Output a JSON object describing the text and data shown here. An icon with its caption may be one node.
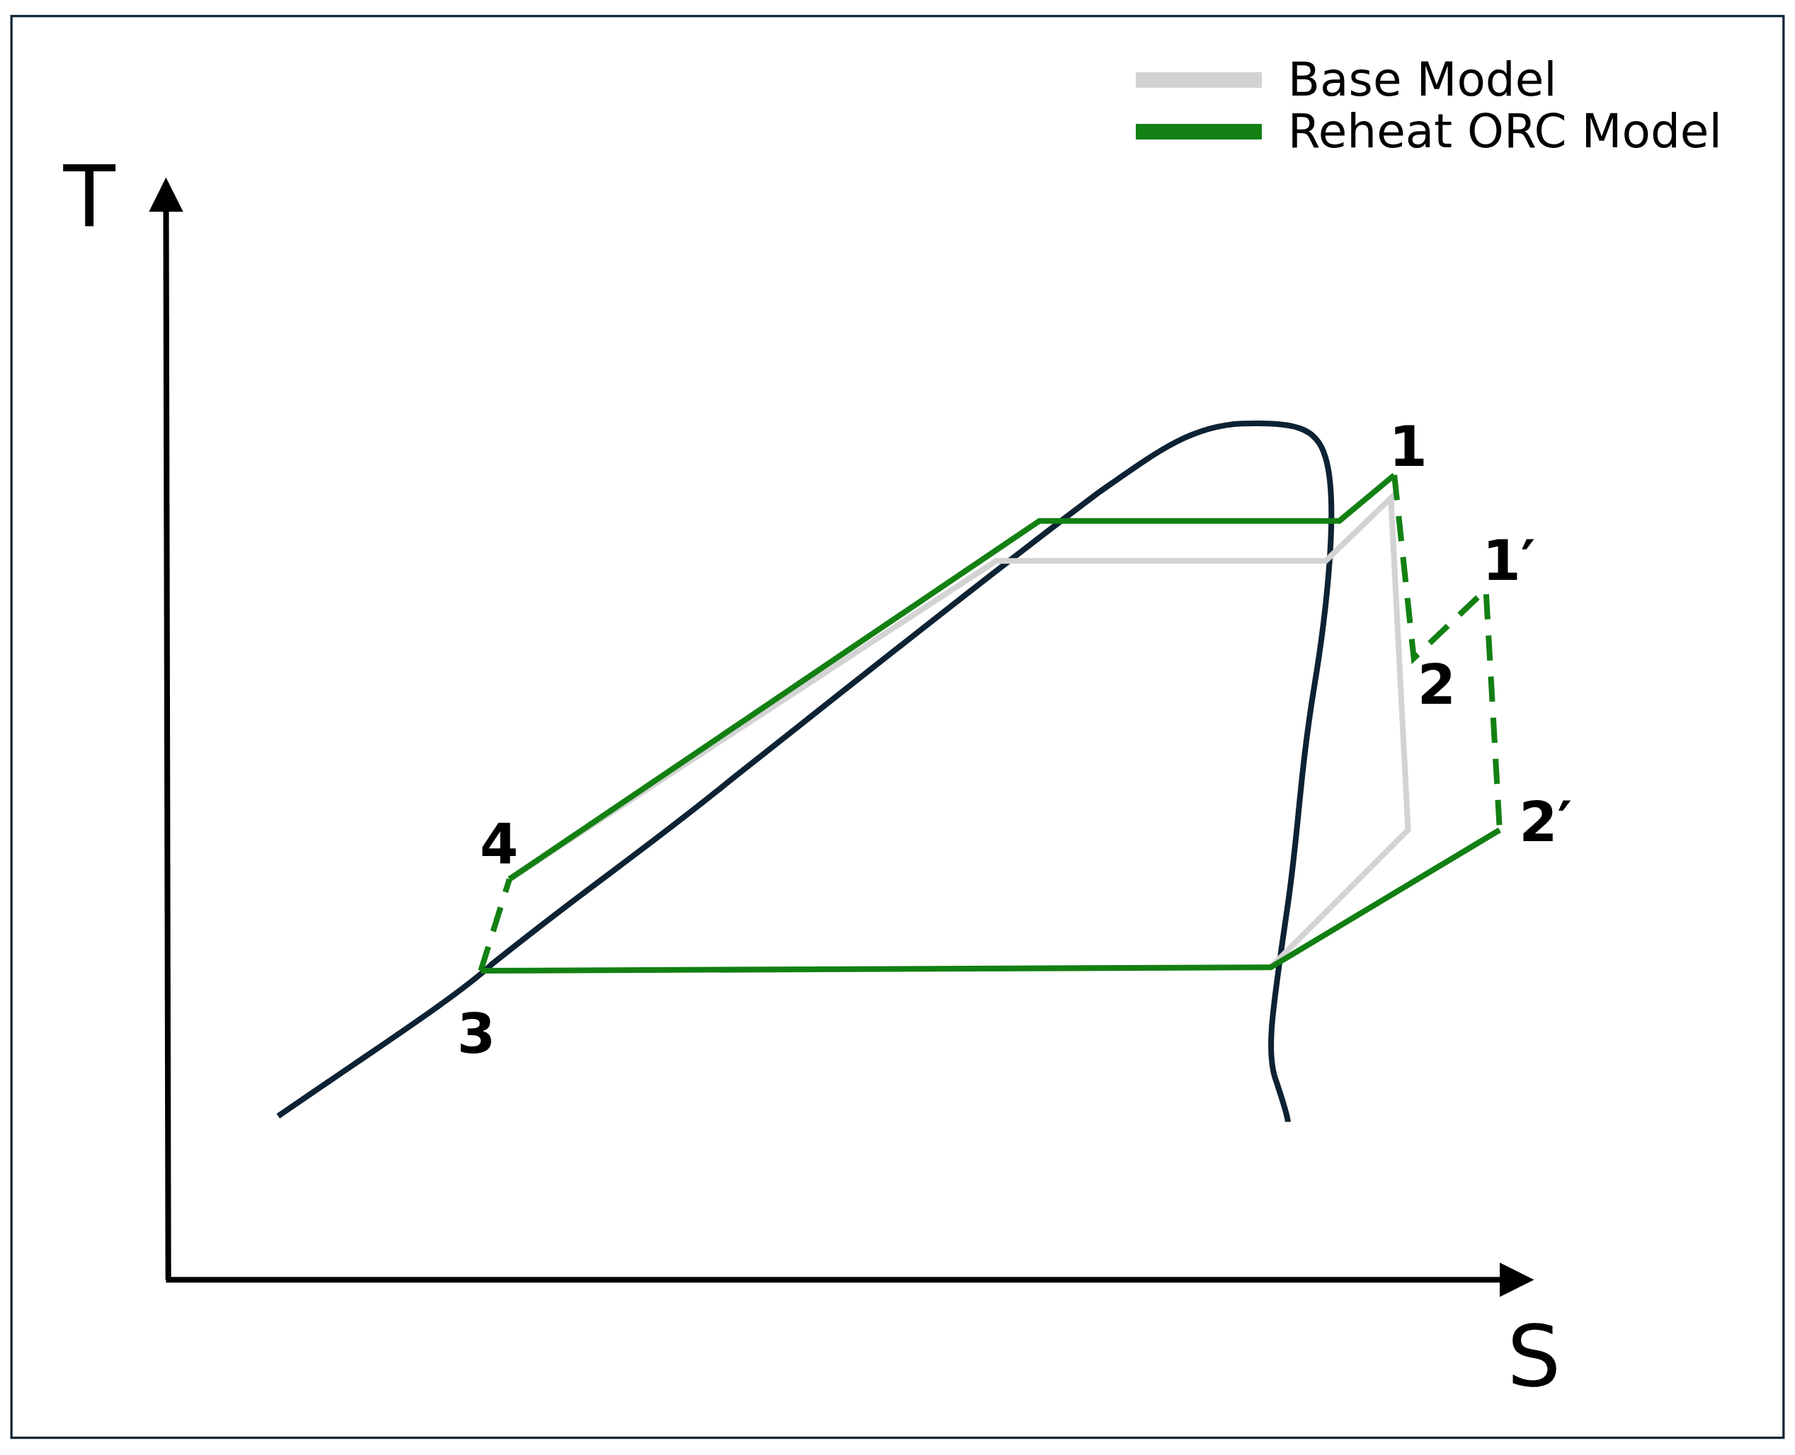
{
  "diagram": {
    "labels": [
      "T",
      "1",
      "1′",
      "2",
      "2′",
      "4",
      "3",
      "S"
    ],
    "legend": [
      {
        "text": "Base Model",
        "color": "#d3d3d3"
      },
      {
        "text": "Reheat ORC Model",
        "color": "#138013"
      }
    ]
  }
}
